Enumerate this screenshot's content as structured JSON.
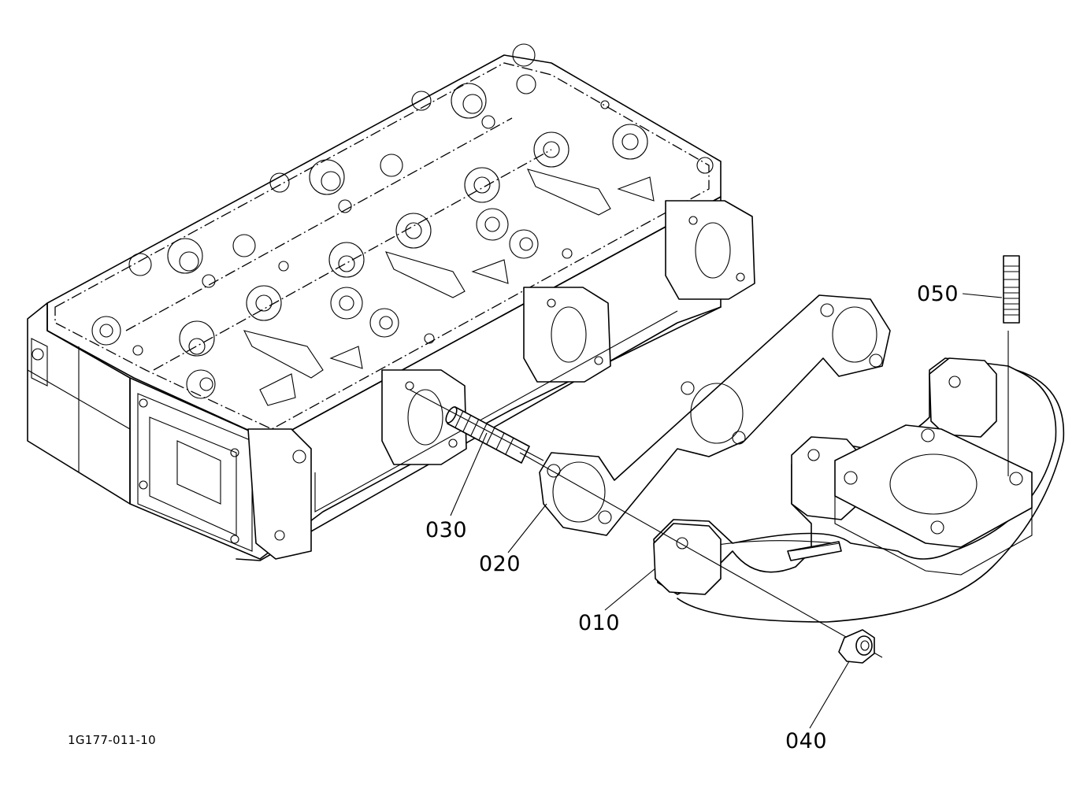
{
  "drawing_code": "1G177-011-10",
  "callouts": {
    "p010": "010",
    "p020": "020",
    "p030": "030",
    "p040": "040",
    "p050": "050"
  }
}
